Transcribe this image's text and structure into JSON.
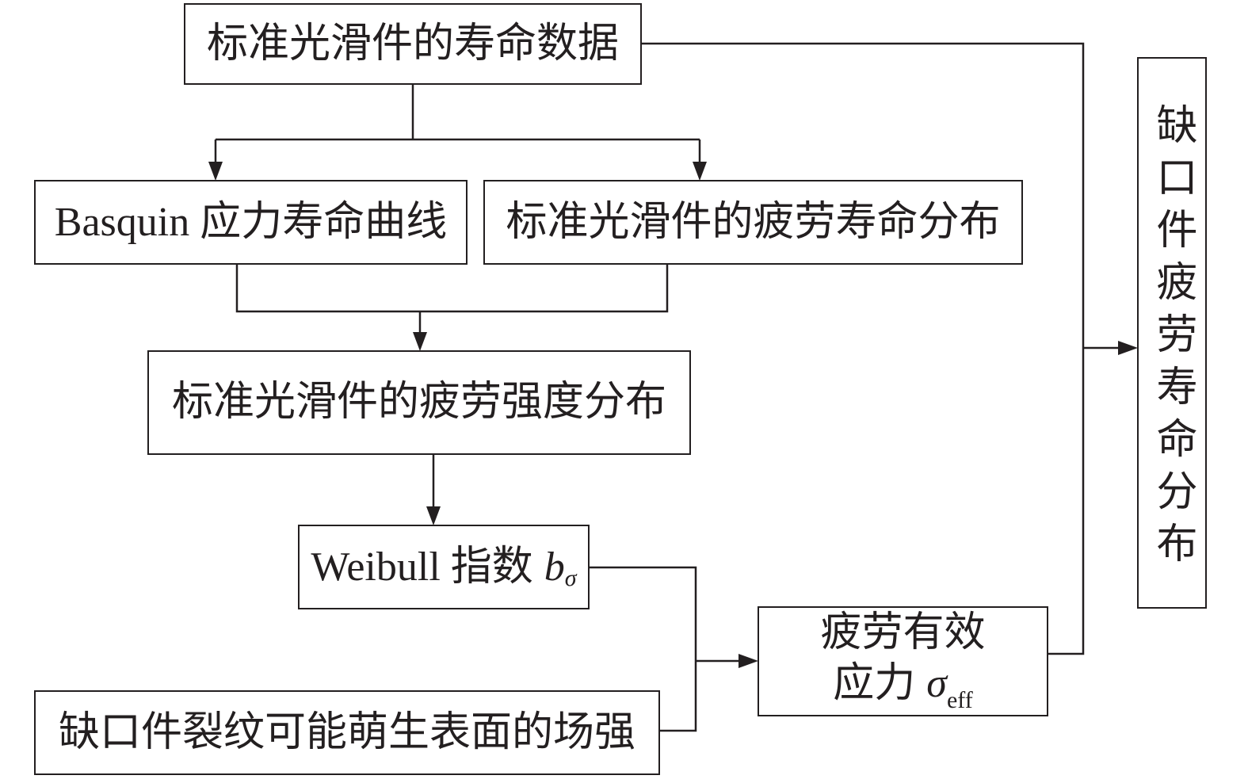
{
  "nodes": {
    "smooth_life_data": {
      "label": "标准光滑件的寿命数据"
    },
    "basquin_curve": {
      "label": "Basquin 应力寿命曲线"
    },
    "smooth_fatigue_life_distribution": {
      "label": "标准光滑件的疲劳寿命分布"
    },
    "smooth_fatigue_strength_distribution": {
      "label": "标准光滑件的疲劳强度分布"
    },
    "weibull_exponent": {
      "label": "Weibull 指数",
      "symbol": "b",
      "subscript": "σ"
    },
    "notch_crack_initiation_field": {
      "label": "缺口件裂纹可能萌生表面的场强"
    },
    "effective_stress": {
      "line1": "疲劳有效",
      "line2": "应力",
      "symbol": "σ",
      "subscript": "eff"
    },
    "notch_fatigue_life_distribution": {
      "label": "缺口件疲劳寿命分布"
    }
  },
  "colors": {
    "stroke": "#231f20",
    "background": "#ffffff"
  }
}
